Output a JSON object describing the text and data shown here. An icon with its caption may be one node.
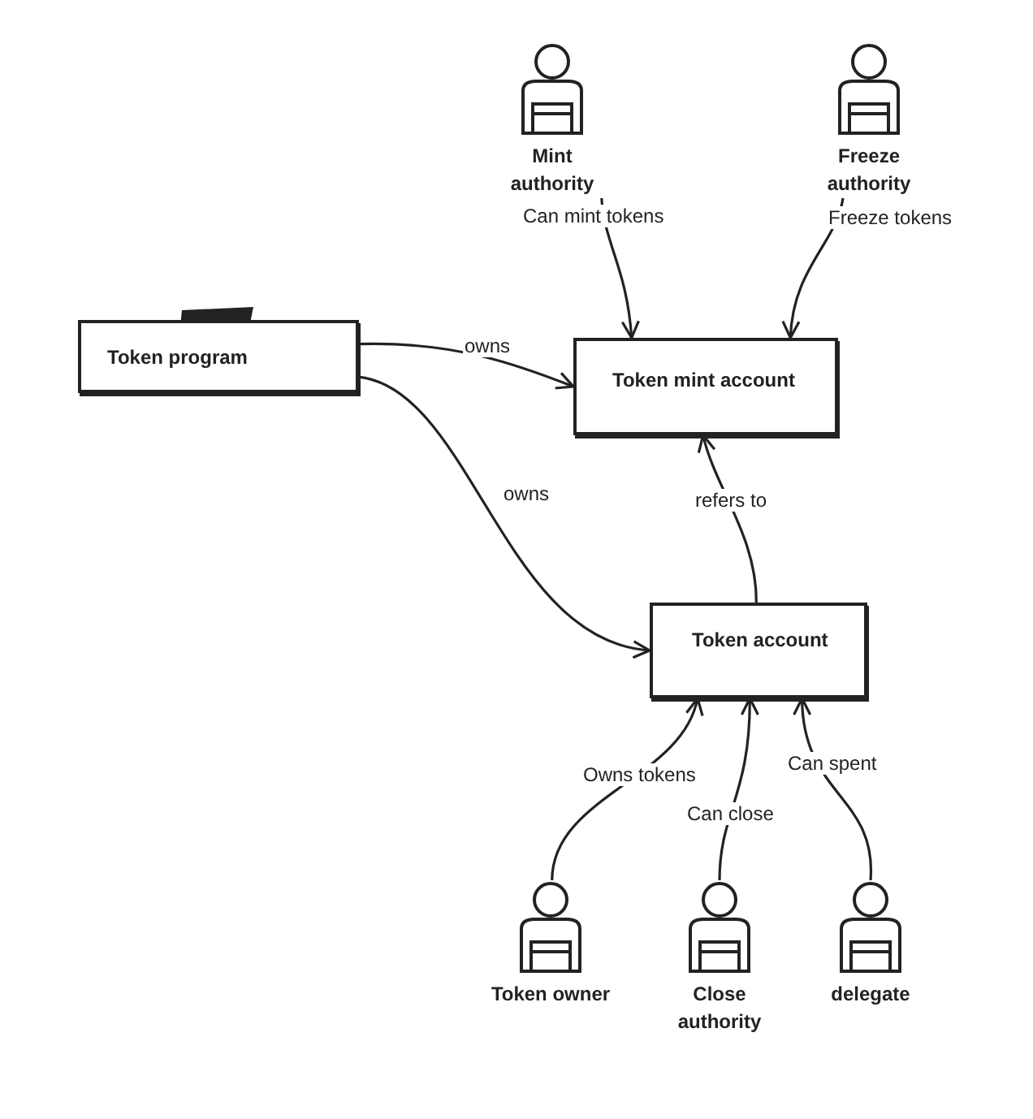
{
  "diagram": {
    "nodes": [
      {
        "text": [
          "Mint authority"
        ]
      },
      {
        "text": [
          "Freeze authority"
        ]
      },
      {
        "text": [
          "Token program"
        ]
      },
      {
        "text": [
          "Token mint account"
        ]
      },
      {
        "text": [
          "Token account"
        ]
      },
      {
        "text": [
          "Token owner"
        ]
      },
      {
        "text": [
          "Close authority"
        ]
      },
      {
        "text": [
          "delegate"
        ]
      }
    ],
    "edges": [
      {
        "from": 0,
        "to": 3,
        "arrow": "to",
        "label": "Can mint tokens"
      },
      {
        "from": 1,
        "to": 3,
        "arrow": "to",
        "label": "Freeze tokens"
      },
      {
        "from": 2,
        "to": 3,
        "arrow": "to",
        "label": "owns"
      },
      {
        "from": 2,
        "to": 4,
        "arrow": "to",
        "label": "owns"
      },
      {
        "from": 4,
        "to": 3,
        "arrow": "to",
        "label": "refers to"
      },
      {
        "from": 5,
        "to": 4,
        "arrow": "to",
        "label": "Owns tokens"
      },
      {
        "from": 6,
        "to": 4,
        "arrow": "to",
        "label": "Can close"
      },
      {
        "from": 7,
        "to": 4,
        "arrow": "to",
        "label": "Can spent"
      }
    ]
  }
}
